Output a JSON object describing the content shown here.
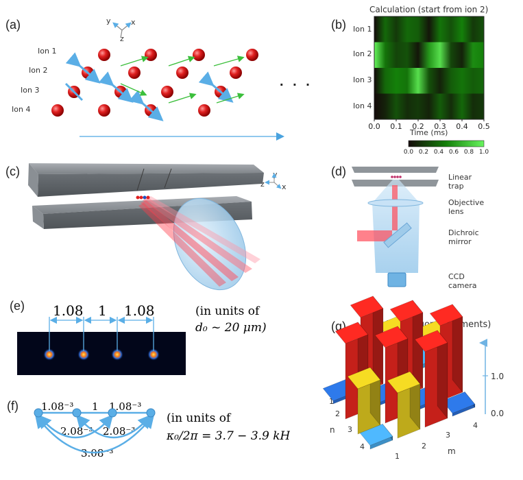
{
  "panel_labels": {
    "a": "(a)",
    "b": "(b)",
    "c": "(c)",
    "d": "(d)",
    "e": "(e)",
    "f": "(f)",
    "g": "(g)"
  },
  "panel_a": {
    "ion_labels": [
      "Ion 1",
      "Ion 2",
      "Ion 3",
      "Ion 4"
    ],
    "axis_labels": {
      "y": "y",
      "x": "x",
      "z": "z"
    },
    "ellipsis": ". . ."
  },
  "panel_b": {
    "title": "Calculation (start from ion 2)",
    "xlabel": "Time (ms)",
    "row_labels": [
      "Ion 1",
      "Ion 2",
      "Ion 3",
      "Ion 4"
    ],
    "x_ticks": [
      "0.0",
      "0.1",
      "0.2",
      "0.3",
      "0.4",
      "0.5"
    ],
    "colorbar_ticks": [
      "0.0",
      "0.2",
      "0.4",
      "0.6",
      "0.8",
      "1.0"
    ]
  },
  "panel_c": {
    "axis_labels": {
      "z": "z",
      "y": "y",
      "x": "x"
    }
  },
  "panel_d": {
    "labels": [
      "Linear trap",
      "Objective lens",
      "Dichroic mirror",
      "CCD camera"
    ]
  },
  "panel_e": {
    "spacings": [
      "1.08",
      "1",
      "1.08"
    ],
    "units_line1": "(in units of",
    "units_line2": "d₀ ~ 20 μm)"
  },
  "panel_f": {
    "top_labels": [
      "1.08⁻³",
      "1",
      "1.08⁻³"
    ],
    "mid_labels": [
      "2.08⁻³",
      "2.08⁻³"
    ],
    "bottom_label": "3.08⁻³",
    "units_line1": "(in units of",
    "units_line2": "κ₀/2π = 3.7 − 3.9 kH"
  },
  "panel_g": {
    "title": "Abs(Off-diagonal elements)",
    "z_ticks": [
      "1.0",
      "0.0"
    ],
    "n_label": "n",
    "m_label": "m",
    "n_ticks": [
      "1",
      "2",
      "3",
      "4"
    ],
    "m_ticks": [
      "1",
      "2",
      "3",
      "4"
    ]
  },
  "chart_data": [
    {
      "type": "heatmap",
      "title": "Calculation (start from ion 2)",
      "xlabel": "Time (ms)",
      "xlim": [
        0.0,
        0.5
      ],
      "rows": [
        "Ion 1",
        "Ion 2",
        "Ion 3",
        "Ion 4"
      ],
      "x": [
        0.0,
        0.05,
        0.1,
        0.15,
        0.2,
        0.25,
        0.3,
        0.35,
        0.4,
        0.45,
        0.5
      ],
      "values": [
        [
          0.0,
          0.4,
          0.2,
          0.4,
          0.35,
          0.05,
          0.45,
          0.3,
          0.5,
          0.2,
          0.3
        ],
        [
          1.0,
          0.45,
          0.25,
          0.3,
          0.05,
          0.6,
          0.9,
          0.25,
          0.1,
          0.55,
          0.5
        ],
        [
          0.0,
          0.4,
          0.5,
          0.45,
          0.9,
          0.3,
          0.1,
          0.35,
          0.45,
          0.35,
          0.4
        ],
        [
          0.0,
          0.1,
          0.3,
          0.15,
          0.2,
          0.1,
          0.35,
          0.15,
          0.4,
          0.15,
          0.2
        ]
      ],
      "colorbar": [
        0.0,
        1.0
      ]
    },
    {
      "type": "bar",
      "title": "Abs(Off-diagonal elements)",
      "xlabel": "m",
      "ylabel": "n",
      "zlim": [
        0.0,
        1.0
      ],
      "matrix": [
        [
          0.0,
          1.0,
          0.6,
          0.05
        ],
        [
          1.0,
          0.0,
          1.0,
          0.6
        ],
        [
          0.6,
          1.0,
          0.0,
          1.0
        ],
        [
          0.05,
          0.6,
          1.0,
          0.0
        ]
      ]
    }
  ]
}
